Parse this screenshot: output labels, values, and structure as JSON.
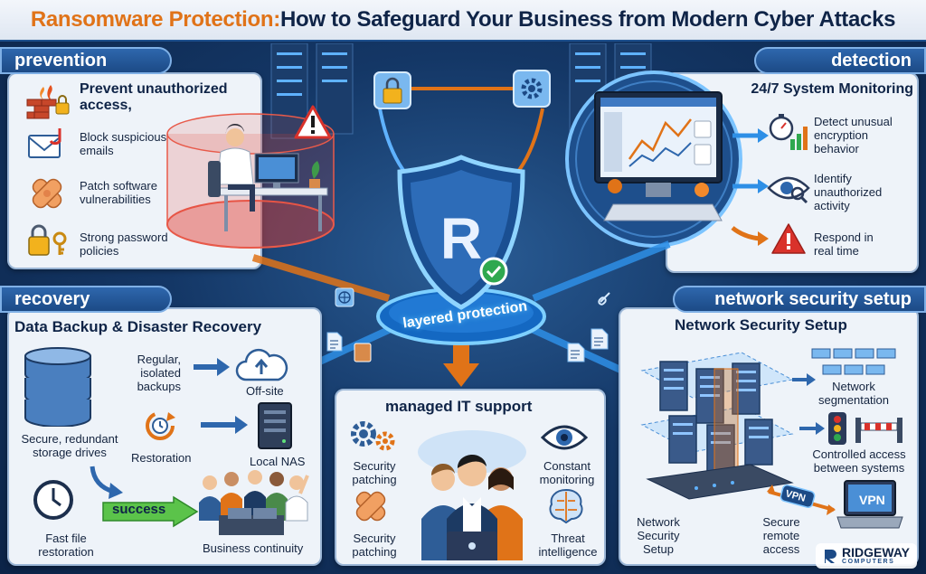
{
  "title": {
    "accent": "Ransomware Protection:",
    "main": " How to Safeguard Your Business from Modern Cyber Attacks"
  },
  "prevention": {
    "tag": "prevention",
    "heading": "Prevent unauthorized access,",
    "items": [
      "Block suspicious emails",
      "Patch software vulnerabilities",
      "Strong password policies"
    ]
  },
  "detection": {
    "tag": "detection",
    "heading": "24/7 System Monitoring",
    "items": [
      "Detect unusual encryption behavior",
      "Identify unauthorized activity",
      "Respond in real time"
    ]
  },
  "center": {
    "ring_label": "layered protection",
    "shield_letter": "R"
  },
  "recovery": {
    "tag": "recovery",
    "heading": "Data Backup & Disaster Recovery",
    "storage": "Secure, redundant storage drives",
    "backups": "Regular, isolated backups",
    "offsite": "Off-site",
    "restoration": "Restoration",
    "local_nas": "Local NAS",
    "fast_restore": "Fast file restoration",
    "success": "success",
    "continuity": "Business continuity"
  },
  "managed": {
    "heading": "managed IT support",
    "security_patching_1": "Security patching",
    "security_patching_2": "Security patching",
    "monitoring": "Constant monitoring",
    "threat": "Threat intelligence"
  },
  "network": {
    "tag": "network security setup",
    "heading": "Network Security Setup",
    "segmentation": "Network segmentation",
    "controlled": "Controlled access between systems",
    "setup": "Network Security Setup",
    "remote": "Secure remote access",
    "vpn": "VPN"
  },
  "brand": {
    "name": "RIDGEWAY",
    "sub": "COMPUTERS"
  },
  "colors": {
    "accent": "#e07318",
    "navy": "#0f2447",
    "tag_blue": "#1c4a86",
    "alert_red": "#d9322b",
    "success_green": "#2fa84f"
  }
}
